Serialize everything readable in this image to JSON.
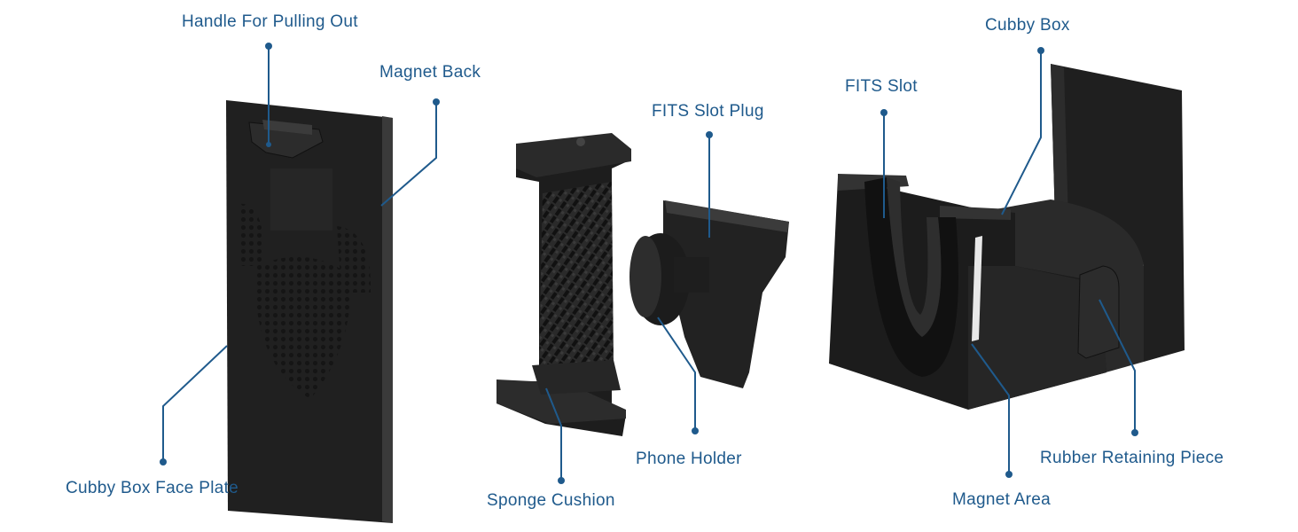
{
  "colors": {
    "callout": "#1f5a8c",
    "product_dark": "#1e1e1e",
    "product_mid": "#2e2e2e",
    "product_edge": "#3c3c3c",
    "magnet_strip": "#e8e8e8",
    "background": "#ffffff"
  },
  "labels": {
    "handle": "Handle For Pulling Out",
    "magnet_back": "Magnet Back",
    "face_plate": "Cubby Box Face Plate",
    "fits_slot_plug": "FITS Slot Plug",
    "phone_holder": "Phone Holder",
    "sponge_cushion": "Sponge Cushion",
    "cubby_box": "Cubby Box",
    "fits_slot": "FITS Slot",
    "magnet_area": "Magnet Area",
    "rubber_retaining_piece": "Rubber Retaining Piece"
  }
}
